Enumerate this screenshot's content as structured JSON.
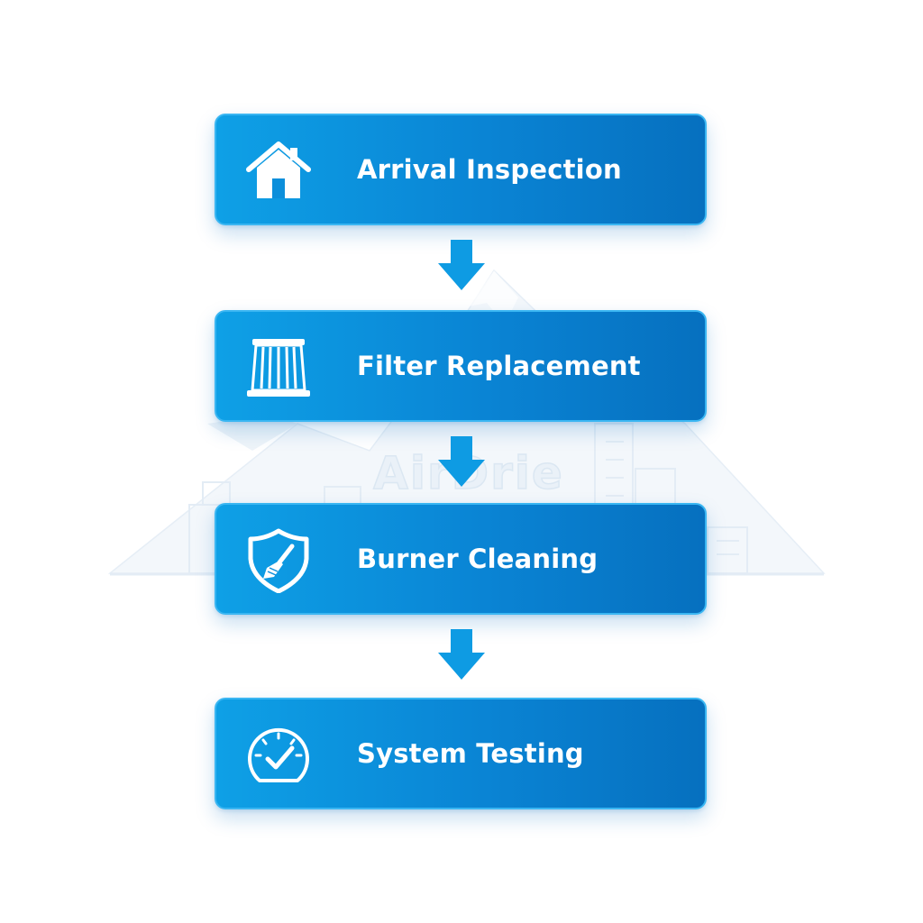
{
  "colors": {
    "box_gradient_start": "#0ea0e6",
    "box_gradient_end": "#0670bf",
    "box_border": "#3ab6f2",
    "arrow": "#0e9be3",
    "label_text": "#ffffff",
    "watermark": "#eaf1f8"
  },
  "watermark": {
    "text": "AirDrie"
  },
  "steps": [
    {
      "label": "Arrival Inspection",
      "icon": "house-icon"
    },
    {
      "label": "Filter Replacement",
      "icon": "filter-icon"
    },
    {
      "label": "Burner Cleaning",
      "icon": "shield-brush-icon"
    },
    {
      "label": "System Testing",
      "icon": "gauge-check-icon"
    }
  ],
  "connectors": [
    {
      "icon": "arrow-down-icon"
    },
    {
      "icon": "arrow-down-icon"
    },
    {
      "icon": "arrow-down-icon"
    }
  ]
}
